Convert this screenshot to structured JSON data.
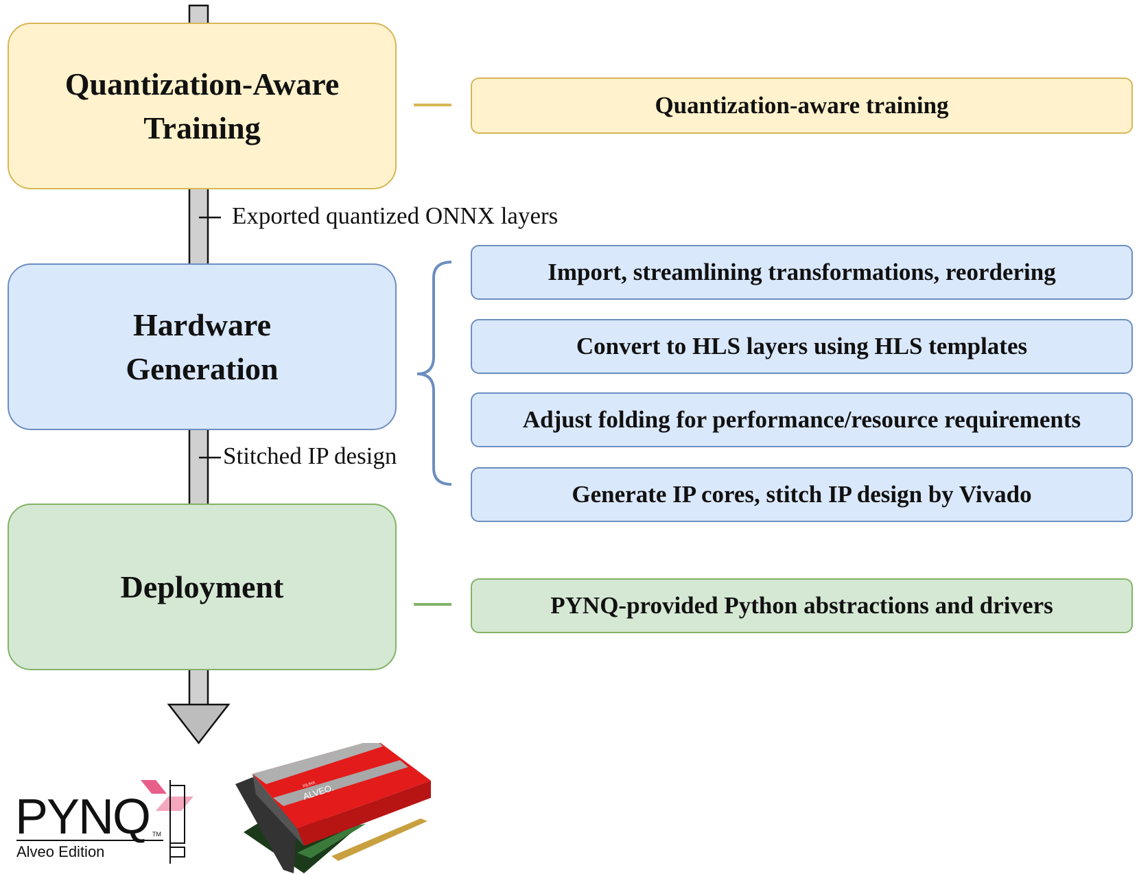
{
  "stages": [
    {
      "id": "qat",
      "label_line1": "Quantization-Aware",
      "label_line2": "Training"
    },
    {
      "id": "hw",
      "label_line1": "Hardware",
      "label_line2": "Generation"
    },
    {
      "id": "deploy",
      "label_line1": "Deployment"
    }
  ],
  "edges": {
    "qat_to_hw": "Exported quantized ONNX layers",
    "hw_to_deploy": "Stitched IP design"
  },
  "steps": {
    "qat": [
      "Quantization-aware training"
    ],
    "hw": [
      "Import, streamlining transformations, reordering",
      "Convert to HLS layers using HLS templates",
      "Adjust folding for performance/resource requirements",
      "Generate IP cores, stitch IP design by Vivado"
    ],
    "deploy": [
      "PYNQ-provided Python abstractions and drivers"
    ]
  },
  "logo": {
    "name": "PYNQ",
    "tm": "TM",
    "edition": "Alveo Edition"
  },
  "card": {
    "brand": "XILINX",
    "product": "ALVEO."
  },
  "colors": {
    "yellow_fill": "#fff2cc",
    "yellow_stroke": "#d6b656",
    "blue_fill": "#dae8fc",
    "blue_stroke": "#6c8ebf",
    "green_fill": "#d5e8d4",
    "green_stroke": "#82b366",
    "arrow": "#c8c8c8"
  }
}
